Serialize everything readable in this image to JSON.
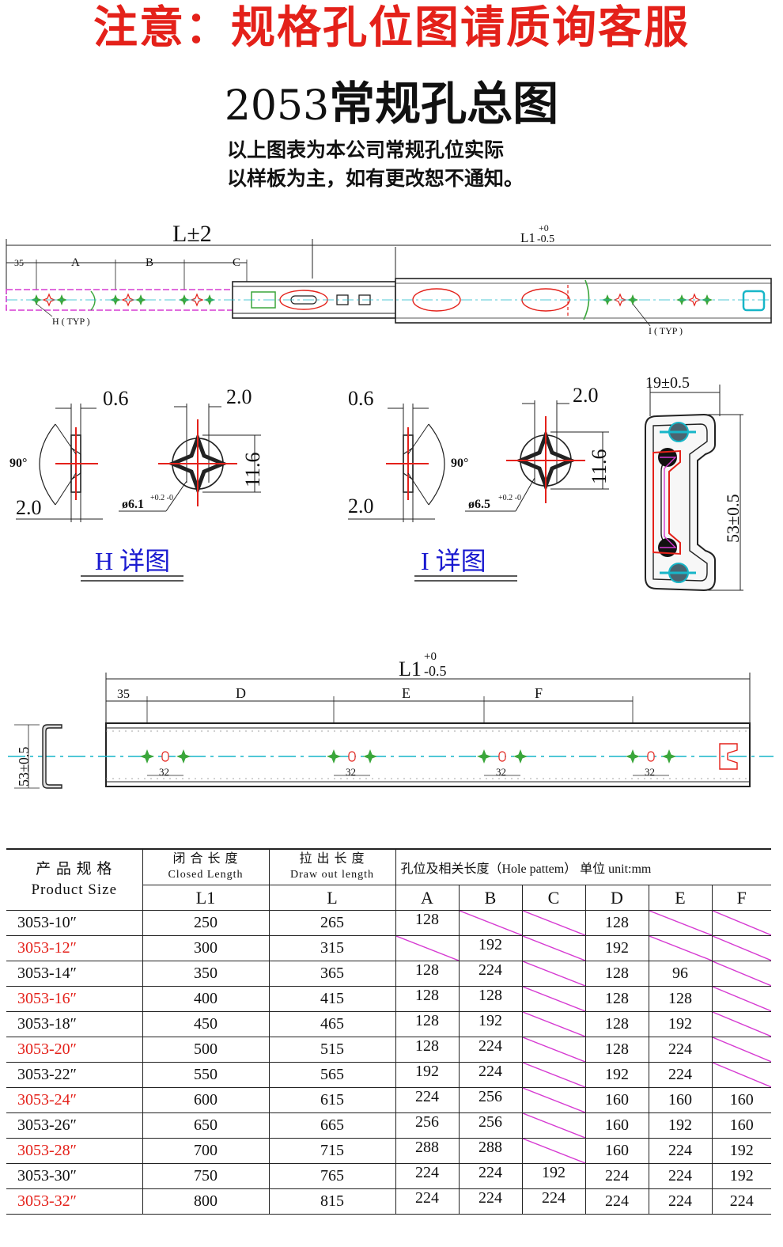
{
  "header": {
    "notice": "注意：规格孔位图请质询客服",
    "title_num": "2053",
    "title_text": "常规孔总图",
    "note_line1": "以上图表为本公司常规孔位实际",
    "note_line2": "以样板为主，如有更改恕不通知。"
  },
  "top_drawing": {
    "dim_L": "L±2",
    "dim_L1": "L1",
    "tol_plus": "+0",
    "tol_minus": "-0.5",
    "seg_35": "35",
    "seg_A": "A",
    "seg_B": "B",
    "seg_C": "C",
    "typ_h": "H ( TYP )",
    "typ_i": "I ( TYP )"
  },
  "details": {
    "h_t1": "0.6",
    "h_t2": "2.0",
    "h_angle": "90°",
    "h_bottom": "2.0",
    "h_height": "11.6",
    "h_dia": "ø6.1",
    "h_dia_tol": "+0.2 -0",
    "h_label": "H 详图",
    "i_t1": "0.6",
    "i_t2": "2.0",
    "i_angle": "90°",
    "i_bottom": "2.0",
    "i_height": "11.6",
    "i_dia": "ø6.5",
    "i_dia_tol": "+0.2 -0",
    "i_label": "I 详图",
    "cs_width": "19±0.5",
    "cs_height": "53±0.5"
  },
  "bottom_drawing": {
    "dim_L1": "L1",
    "tol_plus": "+0",
    "tol_minus": "-0.5",
    "seg_35": "35",
    "seg_D": "D",
    "seg_E": "E",
    "seg_F": "F",
    "side_height": "53±0.5",
    "pitch": "32"
  },
  "table": {
    "h_product_cn": "产 品 规 格",
    "h_product_en": "Product Size",
    "h_closed_cn": "闭 合 长 度",
    "h_closed_en": "Closed Length",
    "h_draw_cn": "拉 出 长 度",
    "h_draw_en": "Draw out length",
    "h_pattern": "孔位及相关长度（Hole pattem） 单位 unit:mm",
    "h_L1": "L1",
    "h_L": "L",
    "cols": [
      "A",
      "B",
      "C",
      "D",
      "E",
      "F"
    ],
    "rows": [
      {
        "model": "3053-10″",
        "red": false,
        "L1": "250",
        "L": "265",
        "A": "128",
        "B": "",
        "C": "",
        "D": "128",
        "E": "",
        "F": ""
      },
      {
        "model": "3053-12″",
        "red": true,
        "L1": "300",
        "L": "315",
        "A": "",
        "B": "192",
        "C": "",
        "D": "192",
        "E": "",
        "F": ""
      },
      {
        "model": "3053-14″",
        "red": false,
        "L1": "350",
        "L": "365",
        "A": "128",
        "B": "224",
        "C": "",
        "D": "128",
        "E": "96",
        "F": ""
      },
      {
        "model": "3053-16″",
        "red": true,
        "L1": "400",
        "L": "415",
        "A": "128",
        "B": "128",
        "C": "",
        "D": "128",
        "E": "128",
        "F": ""
      },
      {
        "model": "3053-18″",
        "red": false,
        "L1": "450",
        "L": "465",
        "A": "128",
        "B": "192",
        "C": "",
        "D": "128",
        "E": "192",
        "F": ""
      },
      {
        "model": "3053-20″",
        "red": true,
        "L1": "500",
        "L": "515",
        "A": "128",
        "B": "224",
        "C": "",
        "D": "128",
        "E": "224",
        "F": ""
      },
      {
        "model": "3053-22″",
        "red": false,
        "L1": "550",
        "L": "565",
        "A": "192",
        "B": "224",
        "C": "",
        "D": "192",
        "E": "224",
        "F": ""
      },
      {
        "model": "3053-24″",
        "red": true,
        "L1": "600",
        "L": "615",
        "A": "224",
        "B": "256",
        "C": "",
        "D": "160",
        "E": "160",
        "F": "160"
      },
      {
        "model": "3053-26″",
        "red": false,
        "L1": "650",
        "L": "665",
        "A": "256",
        "B": "256",
        "C": "",
        "D": "160",
        "E": "192",
        "F": "160"
      },
      {
        "model": "3053-28″",
        "red": true,
        "L1": "700",
        "L": "715",
        "A": "288",
        "B": "288",
        "C": "",
        "D": "160",
        "E": "224",
        "F": "192"
      },
      {
        "model": "3053-30″",
        "red": false,
        "L1": "750",
        "L": "765",
        "A": "224",
        "B": "224",
        "C": "192",
        "D": "224",
        "E": "224",
        "F": "192"
      },
      {
        "model": "3053-32″",
        "red": true,
        "L1": "800",
        "L": "815",
        "A": "224",
        "B": "224",
        "C": "224",
        "D": "224",
        "E": "224",
        "F": "224"
      }
    ]
  },
  "colors": {
    "red": "#e4211a",
    "magenta": "#d63bd2",
    "green": "#3aa63a",
    "blue": "#1a1ad0",
    "cyan": "#17b6c8"
  }
}
